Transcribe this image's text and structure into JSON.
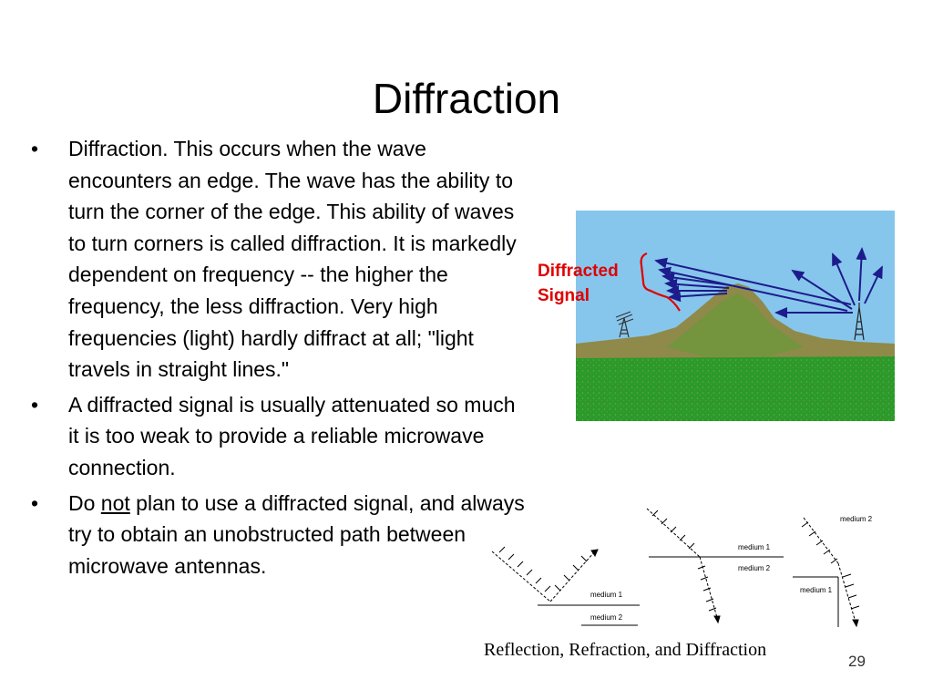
{
  "slide": {
    "title": "Diffraction",
    "bullet_symbol": "•",
    "bullets": [
      {
        "text": "Diffraction. This occurs when the wave encounters an edge. The wave has the ability to turn the corner of the edge. This ability of waves to turn corners is called diffraction. It is markedly dependent on frequency -- the higher the frequency, the less diffraction. Very high frequencies (light) hardly diffract at all; \"light travels in straight lines.\""
      },
      {
        "text": "A diffracted signal is usually attenuated so much it is too weak to provide a reliable microwave connection."
      },
      {
        "before": "Do ",
        "underlined": "not",
        "after": " plan to use a diffracted signal, and always try to obtain an unobstructed path between microwave antennas."
      }
    ],
    "figure_label": {
      "line1": "Diffracted",
      "line2": "Signal"
    },
    "diagram_labels": {
      "reflection_medium1": "medium 1",
      "reflection_medium2": "medium 2",
      "refraction_medium1": "medium 1",
      "refraction_medium2": "medium 2",
      "diffraction_medium2": "medium 2",
      "diffraction_medium1": "medium 1"
    },
    "caption": "Reflection, Refraction, and Diffraction",
    "page_number": "29"
  },
  "colors": {
    "sky": "#87c6ec",
    "grass": "#1f8f1f",
    "hill": "#8f8a4a",
    "arrow": "#1c1c8c",
    "label_red": "#e00000"
  }
}
